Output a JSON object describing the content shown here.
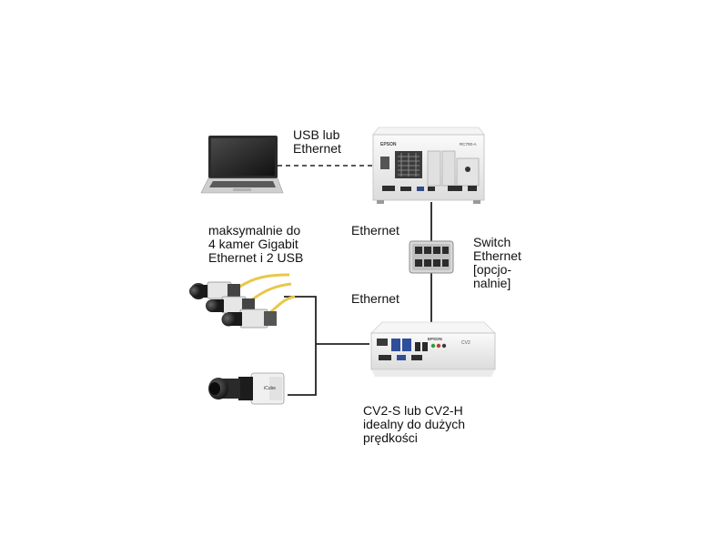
{
  "labels": {
    "usb_or_ethernet": "USB lub\nEthernet",
    "ethernet_top": "Ethernet",
    "ethernet_bottom": "Ethernet",
    "switch": "Switch\nEthernet\n[opcjo-\nnalnie]",
    "cameras_note": "maksymalnie do\n4 kamer Gigabit\nEthernet i 2 USB",
    "cv2_note": "CV2-S lub CV2-H\nidealny do dużych\nprędkości"
  },
  "device_marks": {
    "controller_brand": "EPSON",
    "controller_model": "RC700-A",
    "vision_brand": "EPSON",
    "vision_badge": "CV2",
    "camera_brand": "iCube"
  },
  "colors": {
    "link_line": "#222222",
    "device_body": "#ededed",
    "device_edge": "#b8b8b8",
    "camera_cable": "#e8c84a"
  }
}
